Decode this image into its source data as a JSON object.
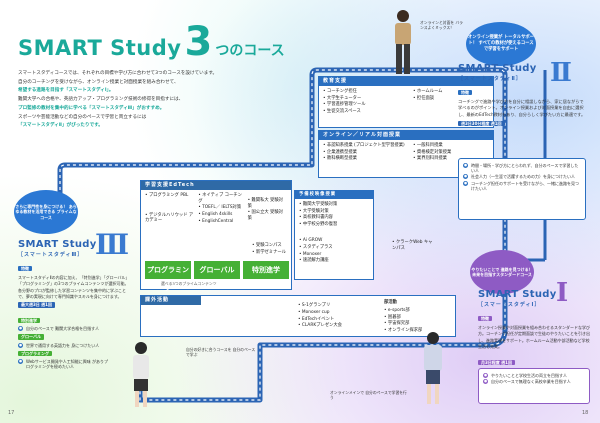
{
  "title": {
    "main": "SMART Study",
    "num": "3",
    "sub": "つのコース"
  },
  "intro": [
    "スマートスタディコースでは、それぞれの目標や学び方に合わせて3つのコースを設けています。",
    "自分のコーチングを受けながら、オンライン授業と対面授業を組み合わせて、",
    "希望する進路を目指す「スマートスタディⅠ」。",
    "難関大学への合格や、英語力アップ・プログラミング技術の修得を目指すには、",
    "プロ監修の教材を集中的に学べる「スマートスタディⅢ」がおすすめ。",
    "スポーツや芸能活動などの自分のペースで学習と両立するには",
    "「スマートスタディⅡ」がぴったりです。"
  ],
  "panels": {
    "kyoiku": {
      "head": "教育支援",
      "left": [
        "コーチング担任",
        "大学生チューター",
        "学習進捗管理ツール",
        "生徒交流スペース"
      ],
      "right": [
        "ホームルーム",
        "担任面談"
      ]
    },
    "online": {
      "head": "オンライン／リアル対面授業",
      "left": [
        "非認知系授業 (プロジェクト型学習授業)",
        "企業連携型授業",
        "教科横断型授業"
      ],
      "right": [
        "一般科目授業",
        "資格検定対策授業",
        "業界別科目授業"
      ]
    },
    "edtech": {
      "head": "学習支援EdTech",
      "col1": [
        "プログラミング PBL",
        "デジタルハリウッド アカデミー"
      ],
      "col2": [
        "ネイティブ コーチング",
        "TOEFL／ IELTS対策",
        "English 4skills",
        "EnglishCentral"
      ],
      "col3": [
        "難関私大 受験対策",
        "国公立大 受験対策"
      ],
      "col4": [
        "受験コンパス",
        "新学ゼミナール"
      ],
      "btn1": "プログラミング",
      "btn2": "グローバル",
      "btn3": "特別進学",
      "note": "選べる3つのプライムコンテンツ"
    },
    "yobiko": {
      "head": "予備校映像授業",
      "items": [
        "難関大学受験対策",
        "大学受験対策",
        "高校教科書内容",
        "中学校分野の復習"
      ],
      "extra": [
        "Ai GROW",
        "スタディプラス",
        "Monoxer",
        "速読解力講座"
      ],
      "side": "クラークWeb キャンパス"
    },
    "katsudo": {
      "head": "課外活動",
      "left": [
        "S-1グランプリ",
        "Monoxer cup",
        "EdTechイベント",
        "CLARKプレゼン大会"
      ],
      "mid_head": "部活動",
      "mid": [
        "e-sports部",
        "囲碁部",
        "宇宙探究部",
        "オンライン探求部"
      ]
    }
  },
  "course2": {
    "bubble": "オンライン授業が トータルサポート！ すべての教材が使えるコース で学習をサポート",
    "title": "SMART Study",
    "bracket": "［スマートスタディⅡ］",
    "roman": "Ⅱ",
    "feature": "特徴",
    "text": "コーチングで進路や学び方を自分に相談しながら、家に居ながらで学べるのがポイント。オンライン授業および対面授業を自由に選択し、最新のEdTech教材もあり、自分らしく学びたい方に最適です。",
    "tag": "週3日30分程度 週1回",
    "items": [
      "時間・場所・学び方にとらわれず、自分のペースで学習したい人",
      "社会人力（一生涯で活躍するための力）を身につけたい人",
      "コーチング担任のサポートを受けながら、一緒に進路を見つけたい人"
    ]
  },
  "course3": {
    "bubble": "さらに専門性を身につける！ あらゆる教材を活用できる プライムなコース",
    "title": "SMART Study",
    "bracket": "［スマートスタディⅢ］",
    "roman": "Ⅲ",
    "feature": "特徴",
    "text": "スマートスタディⅡの内容に加え、「特別進学」「グローバル」「プログラミング」の3つのプライムコンテンツが選択可能。各分野のプロが監修した学習コンテンツを集中的に学ぶことで、夢の実現に向けて専門知識やスキルを身につけます。",
    "tag": "最大週3日 週1回",
    "groups": [
      {
        "head": "特別進学",
        "text": "自分のペースで 難関大学合格を目指す人"
      },
      {
        "head": "グローバル",
        "text": "世界で通用する英語力を 身につけたい人"
      },
      {
        "head": "プログラミング",
        "text": "Webサービス開発や人工知能に興味 がありプログラミングを極めたい人"
      }
    ]
  },
  "course1": {
    "bubble": "やりたいことで 進路を見つける！ 未来を目指すスタンダードコース",
    "title": "SMART Study",
    "bracket": "［スマートスタディⅠ］",
    "roman": "Ⅰ",
    "feature": "特徴",
    "text": "オンライン授業や対面授業を組み合わせるスタンダードな学び方。コーチング担任が定期面談で生徒のやりたいことを引き出し、進路実現をサポート。ホームルーム活動や部活動など学校生活も充実。",
    "tag": "月3日程度 週1回",
    "items": [
      "やりたいことと学校生活の両立を目指す人",
      "自分のペースで無理なく高校卒業を目指す人"
    ]
  },
  "notes": {
    "top": "オンラインと対面を バランスよくミックス！",
    "left": "自分の好きな時間に 自分のペースで学習する",
    "bottom": "オンラインメインで 自分のペースで学習を行う",
    "mid": "自分の好きに合うコースを 自分のペースで学ぶ"
  },
  "pages": {
    "left": "17",
    "right": "18"
  }
}
